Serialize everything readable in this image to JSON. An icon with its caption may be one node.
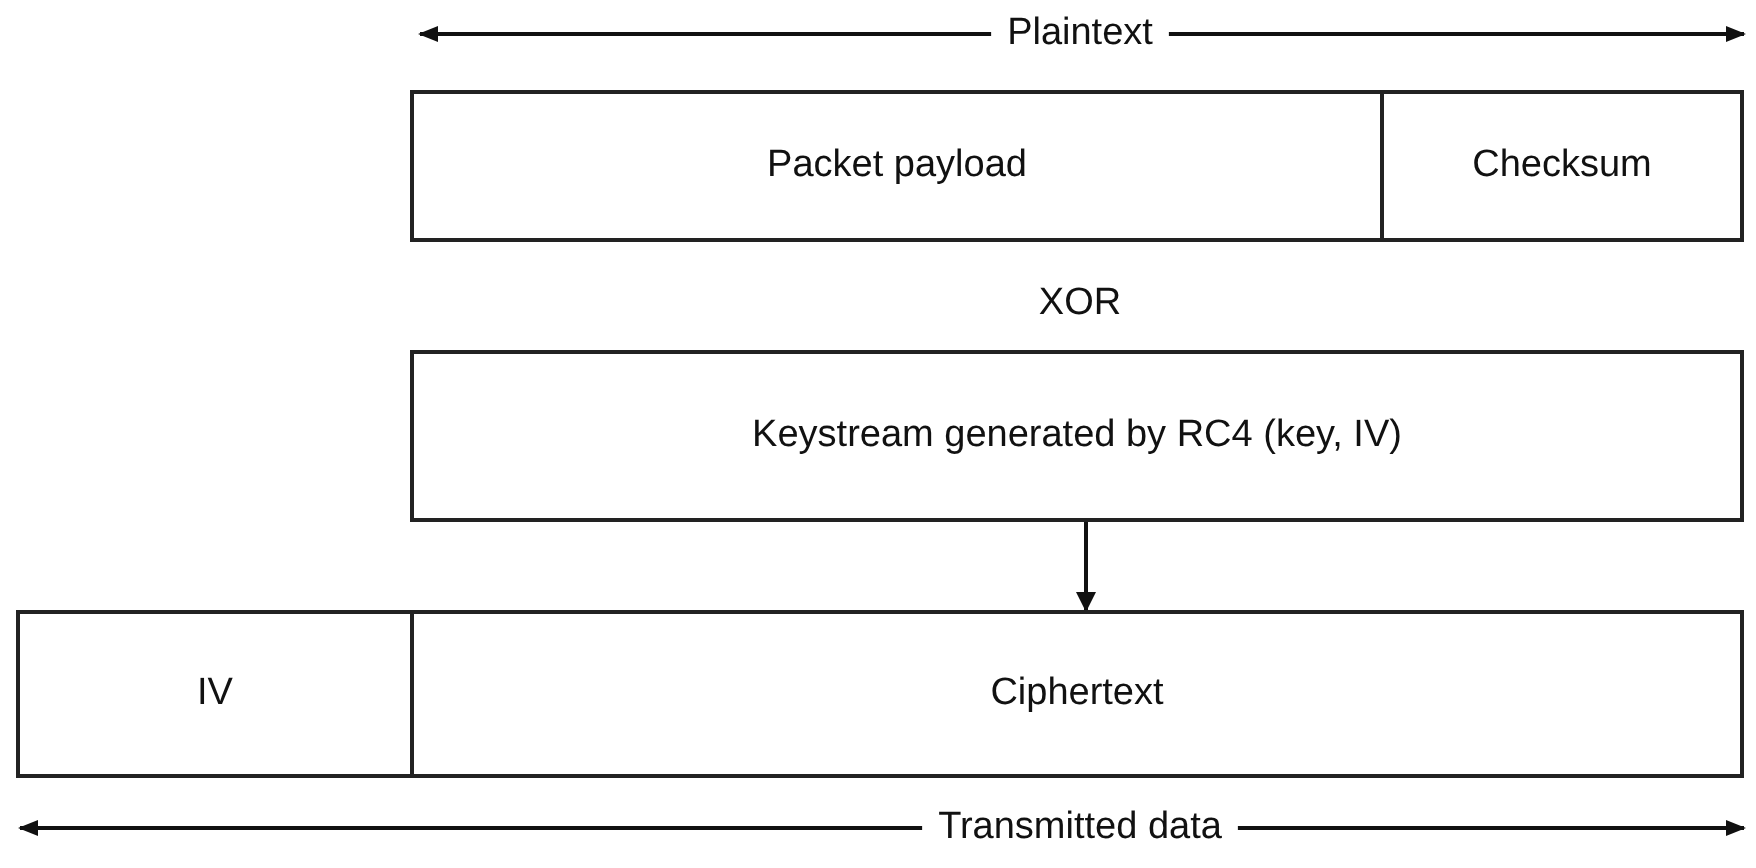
{
  "diagram": {
    "nodes": [
      {
        "text": [
          "Packet payload"
        ]
      },
      {
        "text": [
          "Checksum"
        ]
      },
      {
        "text": [
          "Keystream generated by RC4 (key, IV)"
        ]
      },
      {
        "text": [
          "IV"
        ]
      },
      {
        "text": [
          "Ciphertext"
        ]
      }
    ],
    "edges": [
      {
        "from": 2,
        "to": 4,
        "arrow": "to"
      }
    ],
    "labels": [
      "Plaintext",
      "XOR",
      "Transmitted data"
    ]
  }
}
